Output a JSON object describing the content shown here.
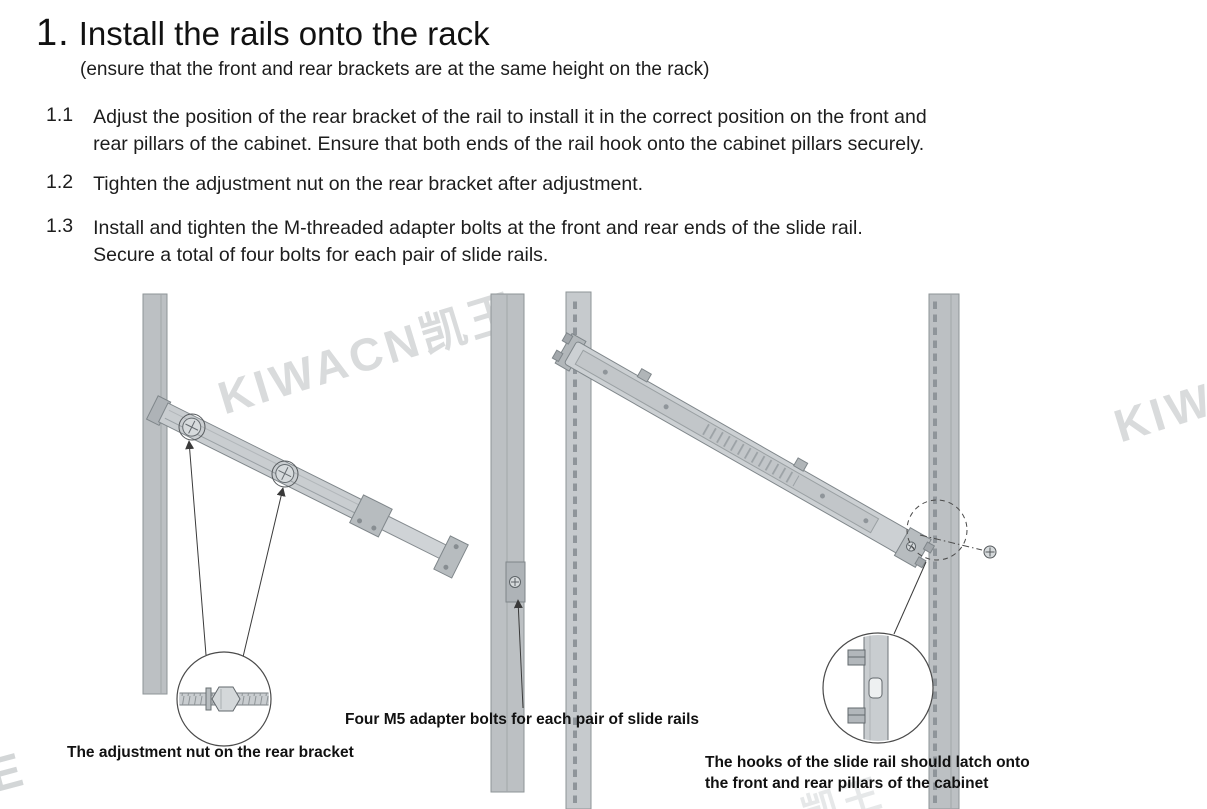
{
  "title": {
    "number": "1.",
    "text": "Install the rails onto the rack",
    "subtitle": "(ensure that the front and rear brackets are at the same height on the rack)"
  },
  "steps": [
    {
      "number": "1.1",
      "text": "Adjust the position of the rear bracket of the rail to install it in the correct position on the front and\nrear pillars of the cabinet. Ensure that both ends of the rail hook onto the cabinet pillars securely."
    },
    {
      "number": "1.2",
      "text": "Tighten the adjustment nut on the rear bracket after adjustment."
    },
    {
      "number": "1.3",
      "text": "Install and tighten the M-threaded adapter bolts at the front and rear ends of the slide rail.\nSecure a total of four bolts for each pair of slide rails."
    }
  ],
  "diagram": {
    "captions": {
      "adapter_bolts": "Four M5 adapter bolts for each pair of slide rails",
      "adjustment_nut": "The adjustment nut on the rear bracket",
      "hooks": "The hooks of the slide rail should latch onto\nthe front and rear pillars of the cabinet"
    }
  },
  "watermarks": {
    "main": "KIWACN凯王",
    "top_right": "KIWACN凯王",
    "bottom_left": "E",
    "bottom_center": "凯王"
  },
  "colors": {
    "text": "#1d1d1d",
    "pillar": "#bcc0c3",
    "rail": "#ccd0d3",
    "outline": "#7f868a",
    "leader_line": "#3a3a3a",
    "watermark": "#d9dbdc"
  }
}
